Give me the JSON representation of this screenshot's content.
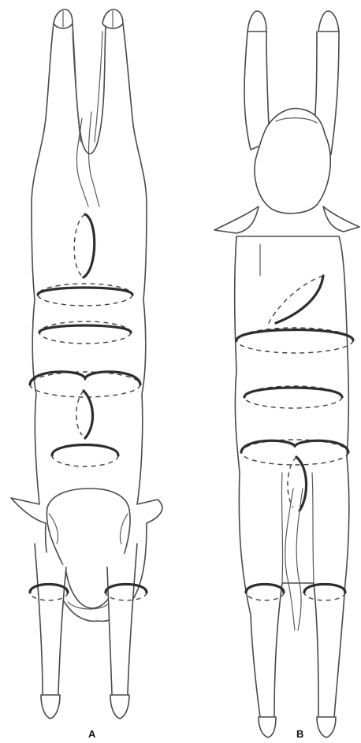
{
  "figure": {
    "panels": [
      {
        "id": "A",
        "label": "A"
      },
      {
        "id": "B",
        "label": "B"
      }
    ]
  },
  "colors": {
    "outline": "#4a4a4a",
    "ring": "#2e2e2e",
    "background": "#ffffff"
  }
}
